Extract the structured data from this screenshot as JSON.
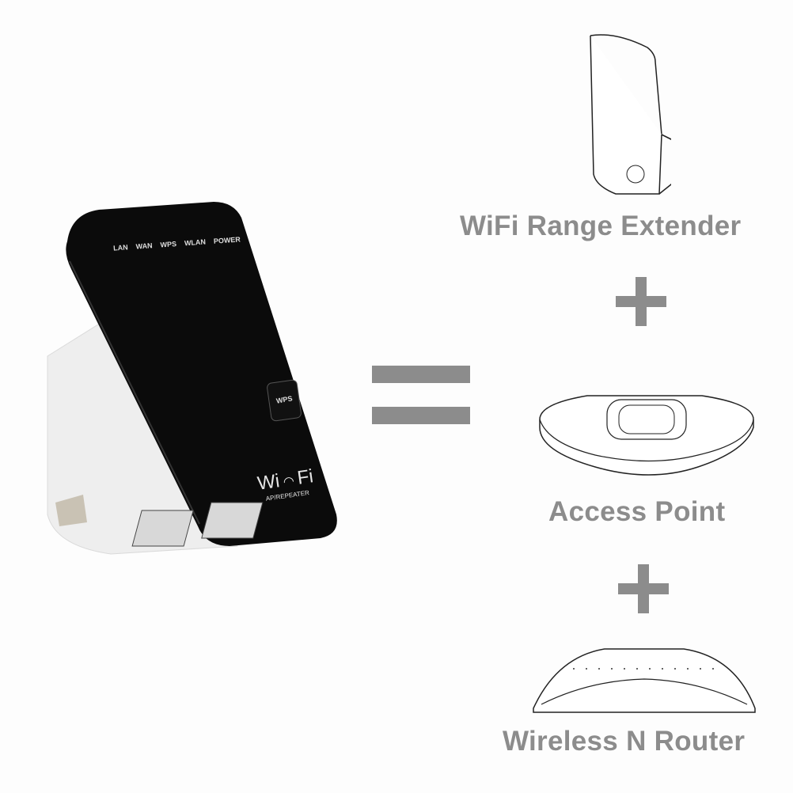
{
  "device": {
    "leds": [
      "LAN",
      "WAN",
      "WPS",
      "WLAN",
      "POWER"
    ],
    "wps_button": "WPS",
    "logo_wi": "Wi",
    "logo_fi": "Fi",
    "logo_sub": "AP/REPEATER"
  },
  "labels": {
    "extender": "WiFi Range Extender",
    "access_point": "Access Point",
    "router": "Wireless N Router"
  },
  "colors": {
    "text": "#8c8c8c",
    "device": "#0b0b0b",
    "plug": "#eeeeee"
  }
}
